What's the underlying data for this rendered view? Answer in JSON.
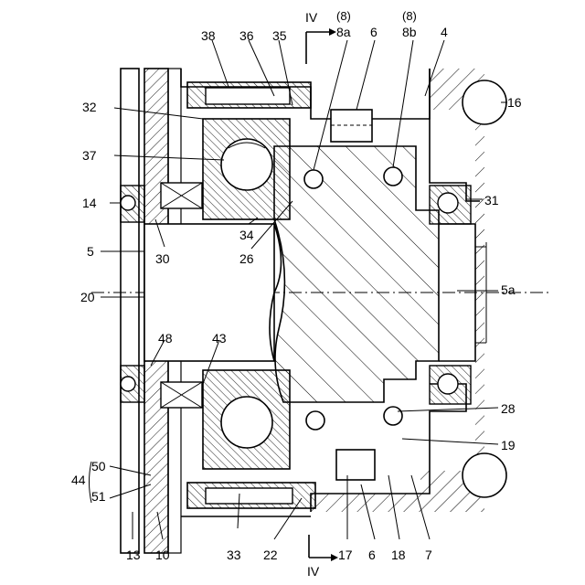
{
  "labels": {
    "l38": "38",
    "l36": "36",
    "l35": "35",
    "l8a": "8a",
    "l8a_paren": "(8)",
    "l6top": "6",
    "l8b": "8b",
    "l8b_paren": "(8)",
    "l4": "4",
    "l16": "16",
    "l32": "32",
    "l37": "37",
    "l14": "14",
    "l31": "31",
    "l34": "34",
    "l26": "26",
    "l30": "30",
    "l5": "5",
    "l5a": "5a",
    "l20": "20",
    "l48": "48",
    "l43": "43",
    "l28": "28",
    "l19": "19",
    "l50": "50",
    "l44": "44",
    "l51": "51",
    "l33": "33",
    "l22": "22",
    "l17": "17",
    "l6bot": "6",
    "l18": "18",
    "l7": "7",
    "l13": "13",
    "l10": "10",
    "sec_top": "IV",
    "sec_bot": "IV"
  }
}
